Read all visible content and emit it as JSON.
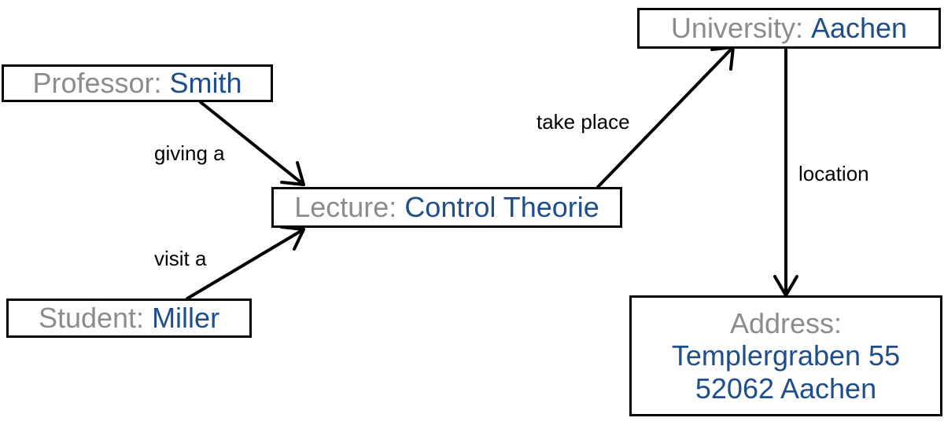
{
  "nodes": {
    "professor": {
      "type": "Professor:",
      "value": "Smith"
    },
    "student": {
      "type": "Student:",
      "value": "Miller"
    },
    "lecture": {
      "type": "Lecture:",
      "value": "Control Theorie"
    },
    "university": {
      "type": "University:",
      "value": "Aachen"
    },
    "address": {
      "type": "Address:",
      "line1": "Templergraben 55",
      "line2": "52062 Aachen"
    }
  },
  "edges": {
    "giving": "giving a",
    "visit": "visit a",
    "take_place": "take place",
    "location": "location"
  },
  "colors": {
    "type_text": "#8c8c8c",
    "value_text": "#1f4e8c",
    "border": "#000000"
  }
}
